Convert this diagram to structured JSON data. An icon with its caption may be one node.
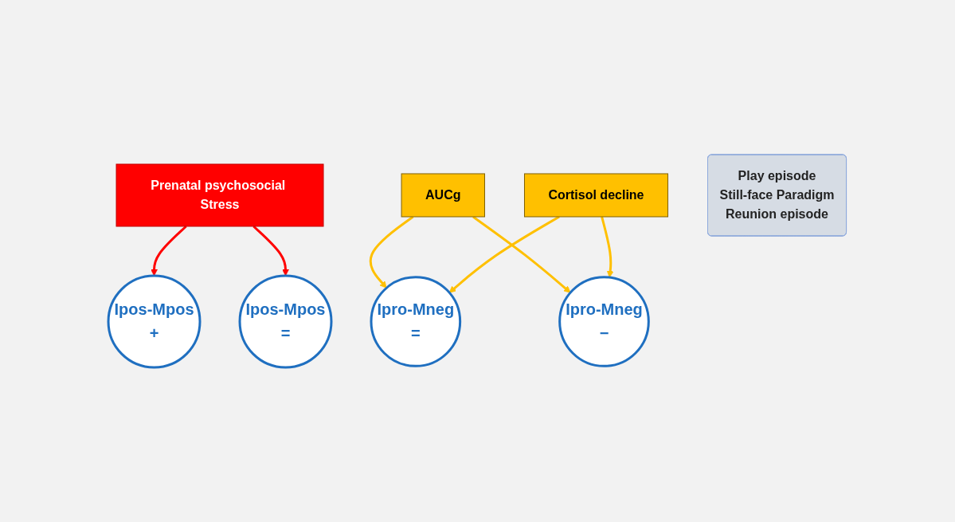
{
  "diagram": {
    "nodes": [
      {
        "text": [
          "Prenatal psychosocial Stress"
        ]
      },
      {
        "text": [
          "Ipos-Mpos",
          "+"
        ]
      },
      {
        "text": [
          "Ipos-Mpos",
          "="
        ]
      },
      {
        "text": [
          "Play episode",
          "Still-face Paradigm",
          "Reunion episode"
        ]
      },
      {
        "text": [
          "Ipro-Mneg",
          "="
        ]
      },
      {
        "text": [
          "Ipro-Mneg",
          "−"
        ]
      },
      {
        "text": [
          "AUCg"
        ]
      },
      {
        "text": [
          "Cortisol decline"
        ]
      }
    ],
    "edges": [
      {
        "from": 0,
        "to": 1,
        "arrow": "to",
        "color": "#ff0000"
      },
      {
        "from": 0,
        "to": 2,
        "arrow": "to",
        "color": "#ff0000"
      },
      {
        "from": 6,
        "to": 4,
        "arrow": "to",
        "color": "#ffc000"
      },
      {
        "from": 6,
        "to": 5,
        "arrow": "to",
        "color": "#ffc000"
      },
      {
        "from": 7,
        "to": 4,
        "arrow": "to",
        "color": "#ffc000"
      },
      {
        "from": 7,
        "to": 5,
        "arrow": "to",
        "color": "#ffc000"
      }
    ]
  }
}
